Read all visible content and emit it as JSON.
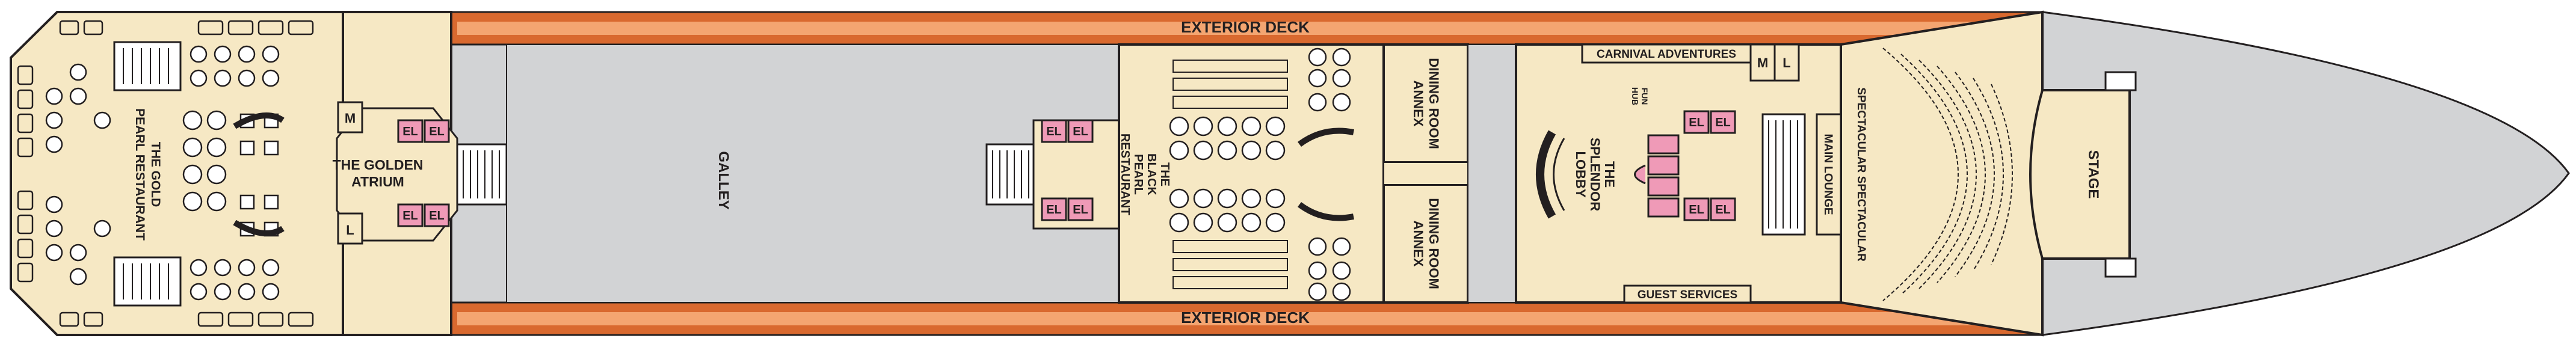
{
  "deck_plan": {
    "colors": {
      "hull": "#d2d3d5",
      "outline": "#231f20",
      "exterior_deck": "#d9692f",
      "public_space": "#f6e8c4",
      "galley": "#d2d3d5",
      "elevator": "#ef9ab7"
    },
    "labels": {
      "exterior_deck_top": "EXTERIOR DECK",
      "exterior_deck_bottom": "EXTERIOR DECK",
      "galley": "GALLEY",
      "golden_atrium": [
        "THE GOLDEN",
        "ATRIUM"
      ],
      "gold_pearl": [
        "THE GOLD",
        "PEARL RESTAURANT"
      ],
      "black_pearl": [
        "THE",
        "BLACK",
        "PEARL",
        "RESTAURANT"
      ],
      "dining_annex_top": [
        "DINING ROOM",
        "ANNEX"
      ],
      "dining_annex_bottom": [
        "DINING ROOM",
        "ANNEX"
      ],
      "splendor_lobby": [
        "THE",
        "SPLENDOR",
        "LOBBY"
      ],
      "carnival_adventures": "CARNIVAL ADVENTURES",
      "guest_services": "GUEST SERVICES",
      "fun_hub": [
        "FUN",
        "HUB"
      ],
      "main_lounge": "MAIN LOUNGE",
      "spectacular": "SPECTACULAR SPECTACULAR",
      "stage": "STAGE",
      "mens_restroom": "M",
      "ladies_restroom": "L",
      "elevator": "EL"
    }
  }
}
